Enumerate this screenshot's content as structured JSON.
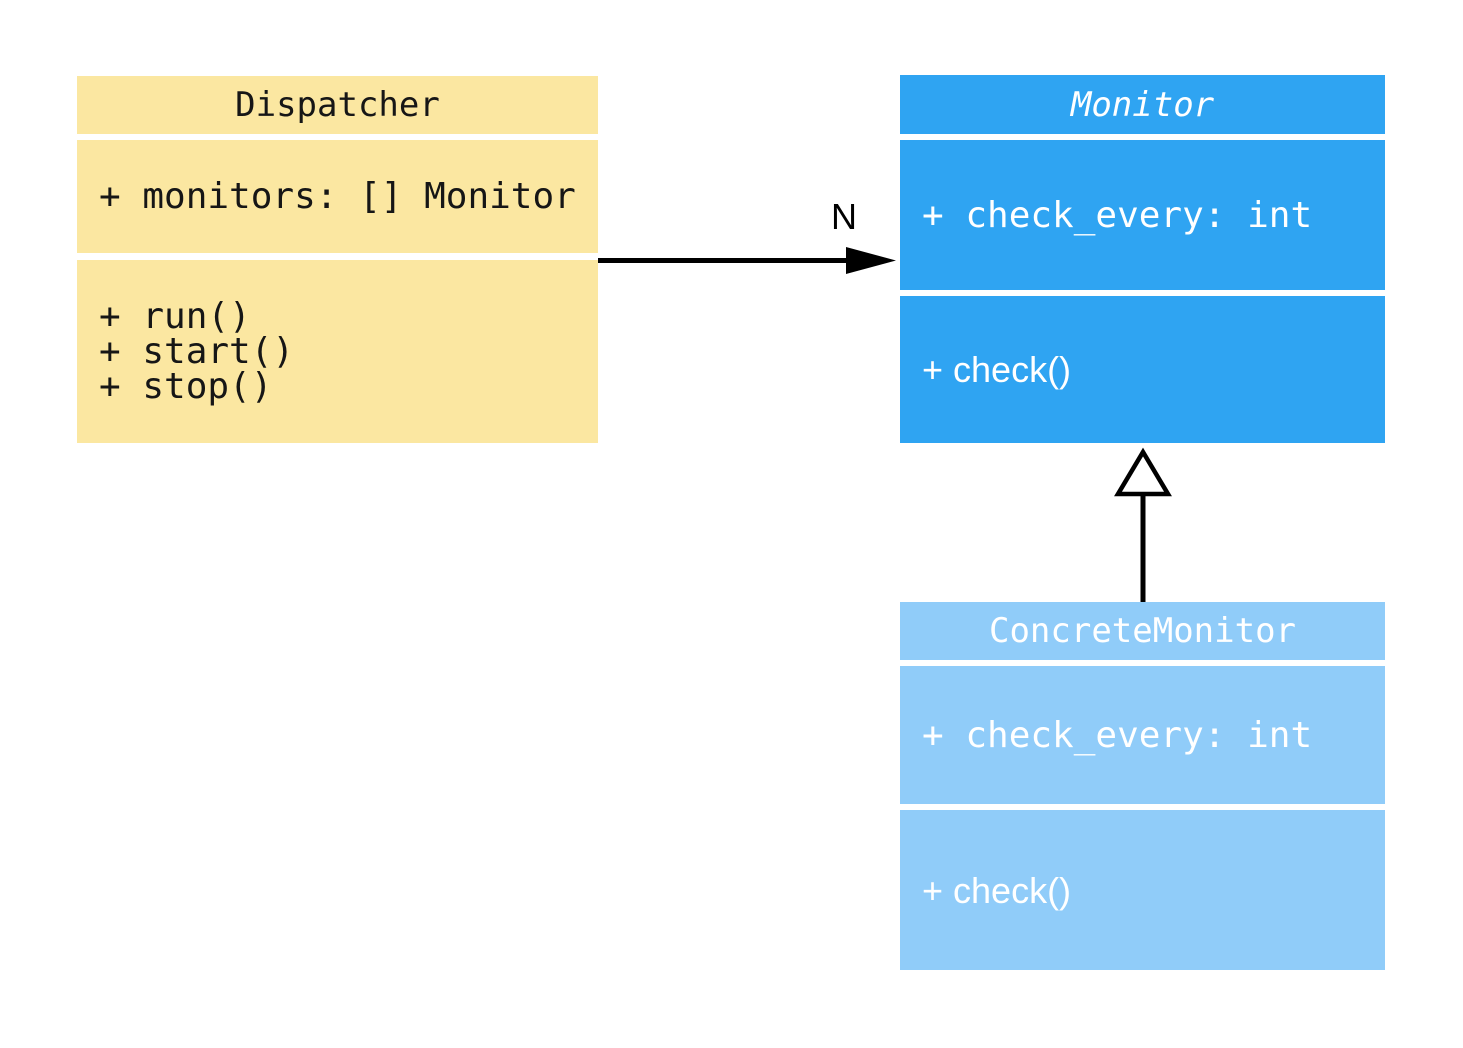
{
  "diagram": {
    "background": "#ffffff",
    "classes": [
      {
        "id": "dispatcher",
        "name": "Dispatcher",
        "name_style": "normal",
        "fill": "#FBE7A1",
        "text_color": "#161616",
        "attributes": [
          "+ monitors: [] Monitor"
        ],
        "methods": [
          "+ run()",
          "+ start()",
          "+ stop()"
        ]
      },
      {
        "id": "monitor",
        "name": "Monitor",
        "name_style": "italic",
        "fill": "#2FA4F2",
        "text_color": "#ffffff",
        "attributes": [
          "+ check_every: int"
        ],
        "methods": [
          "+ check()"
        ]
      },
      {
        "id": "concrete-monitor",
        "name": "ConcreteMonitor",
        "name_style": "normal",
        "fill": "#90CCF9",
        "text_color": "#ffffff",
        "attributes": [
          "+ check_every: int"
        ],
        "methods": [
          "+ check()"
        ]
      }
    ],
    "relations": [
      {
        "type": "association",
        "from": "Dispatcher",
        "to": "Monitor",
        "label": "N",
        "arrowhead": "filled-arrow",
        "color": "#000000"
      },
      {
        "type": "inheritance",
        "from": "ConcreteMonitor",
        "to": "Monitor",
        "label": "",
        "arrowhead": "hollow-triangle",
        "color": "#000000"
      }
    ]
  }
}
